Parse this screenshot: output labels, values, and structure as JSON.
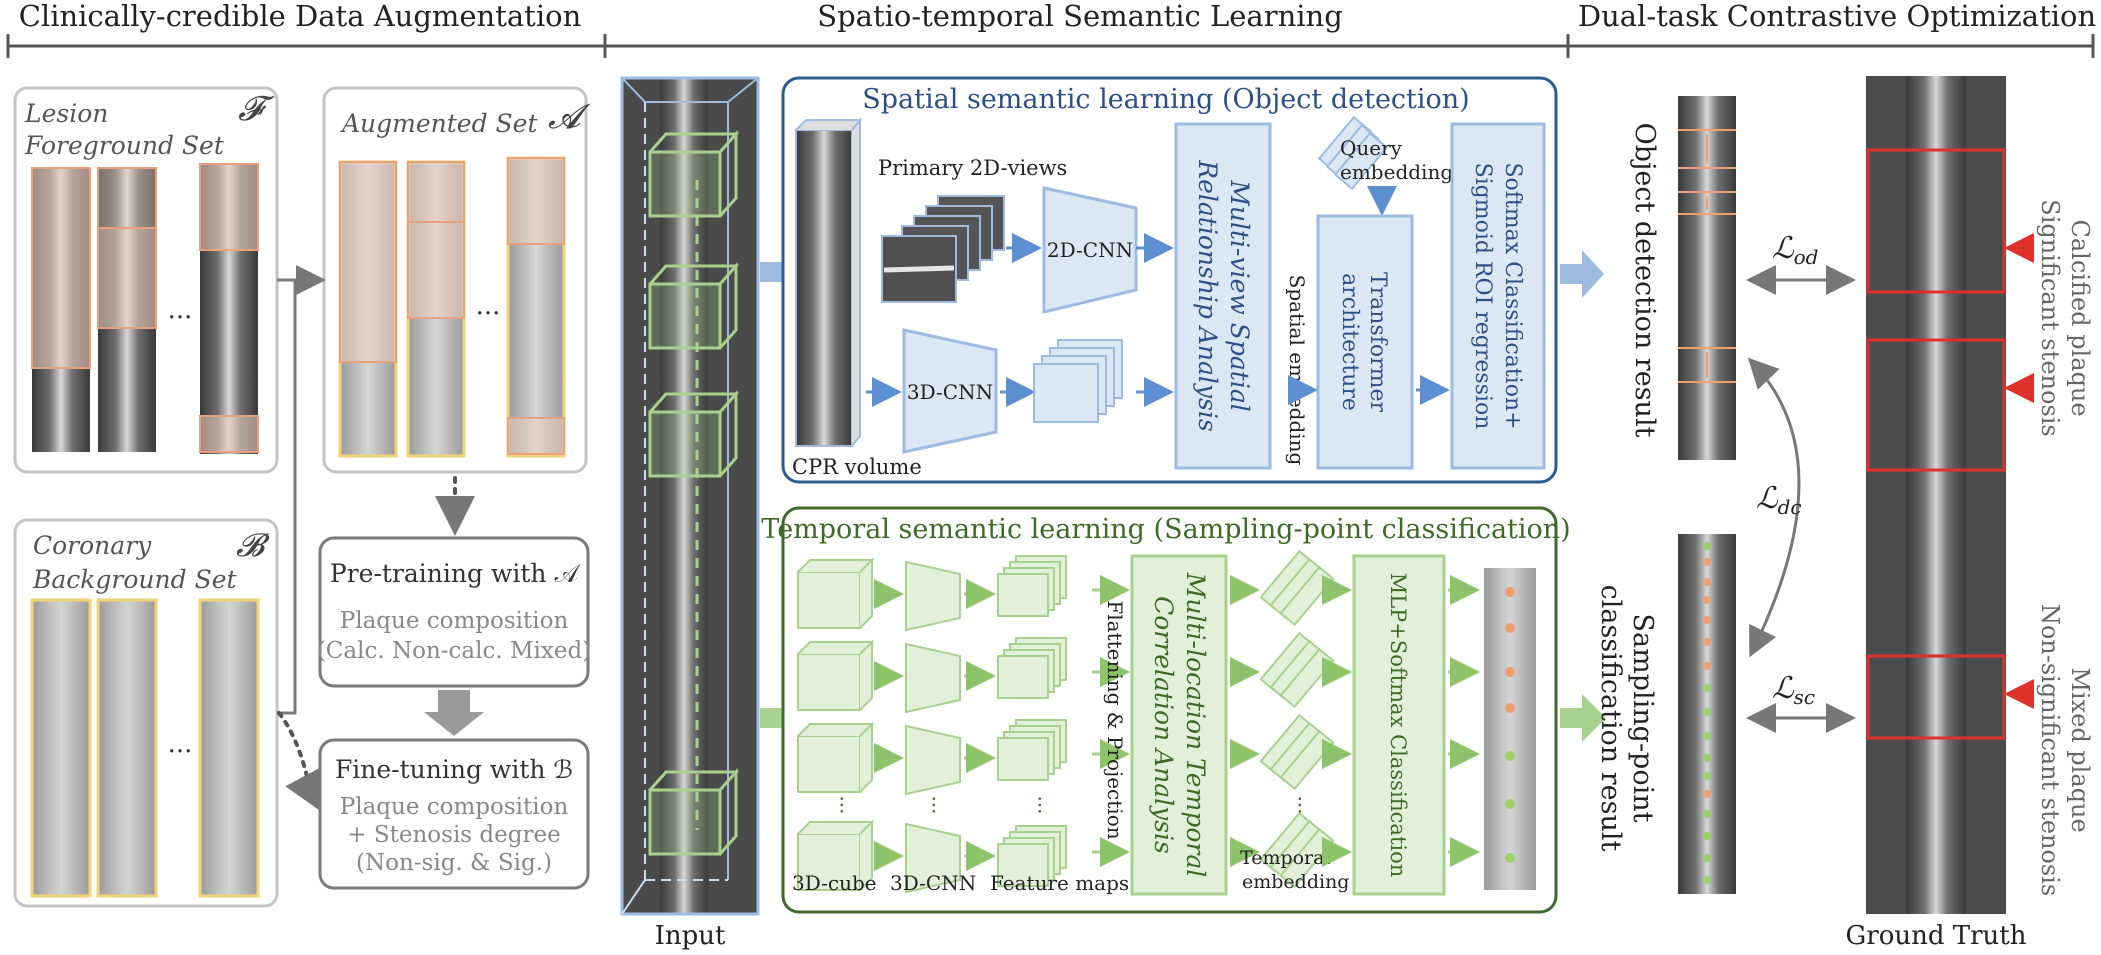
{
  "headers": {
    "s1": "Clinically-credible Data Augmentation",
    "s2": "Spatio-temporal Semantic Learning",
    "s3": "Dual-task Contrastive Optimization"
  },
  "aug": {
    "lesion_l1": "Lesion",
    "lesion_l2": "Foreground Set",
    "lesion_sym": "𝓕",
    "augset": "Augmented Set",
    "augset_sym": "𝓐",
    "coronary_l1": "Coronary",
    "coronary_l2": "Background Set",
    "coronary_sym": "𝓑",
    "ellipsis": "···",
    "pretrain_title": "Pre-training with 𝒜",
    "pretrain_sub1": "Plaque composition",
    "pretrain_sub2": "(Calc. Non-calc. Mixed)",
    "finetune_title": "Fine-tuning with ℬ",
    "finetune_sub1": "Plaque composition",
    "finetune_sub2": "+ Stenosis degree",
    "finetune_sub3": "(Non-sig. & Sig.)"
  },
  "input_label": "Input",
  "spatial": {
    "title": "Spatial semantic learning (Object detection)",
    "primary_views": "Primary 2D-views",
    "cnn2d": "2D-CNN",
    "cnn3d": "3D-CNN",
    "cpr": "CPR volume",
    "mv_l1": "Multi-view Spatial",
    "mv_l2": "Relationship Analysis",
    "spatial_emb": "Spatial embedding",
    "query_l1": "Query",
    "query_l2": "embedding",
    "tr_l1": "Transformer",
    "tr_l2": "architecture",
    "soft_l1": "Softmax Classification+",
    "soft_l2": "Sigmoid ROI regression"
  },
  "temporal": {
    "title": "Temporal semantic learning (Sampling-point classification)",
    "cube": "3D-cube",
    "cnn3d": "3D-CNN",
    "fmaps": "Feature maps",
    "flat": "Flattening & Projection",
    "ml_l1": "Multi-location Temporal",
    "ml_l2": "Correlation Analysis",
    "temb_l1": "Temporal",
    "temb_l2": "embedding",
    "mlp": "MLP+Softmax Classification"
  },
  "results": {
    "od": "Object detection result",
    "sp_l1": "Sampling-point",
    "sp_l2": "classification result",
    "gt": "Ground Truth",
    "calc_l1": "Calcified plaque",
    "calc_l2": "Significant stenosis",
    "mixed_l1": "Mixed plaque",
    "mixed_l2": "Non-significant stenosis",
    "l_od": "ℒ",
    "l_od_sub": "od",
    "l_dc": "ℒ",
    "l_dc_sub": "dc",
    "l_sc": "ℒ",
    "l_sc_sub": "sc"
  },
  "colors": {
    "blue_frame": "#2f5a8c",
    "blue_fill": "#dce7f4",
    "blue_stroke": "#9dbbe0",
    "blue_text": "#2c4f85",
    "green_frame": "#3f6b2a",
    "green_fill": "#e2f0d9",
    "green_stroke": "#a9d18e",
    "green_text": "#3d6a25",
    "gray_frame": "#bfbfbf",
    "red": "#e0302a",
    "orange": "#f0a070"
  }
}
